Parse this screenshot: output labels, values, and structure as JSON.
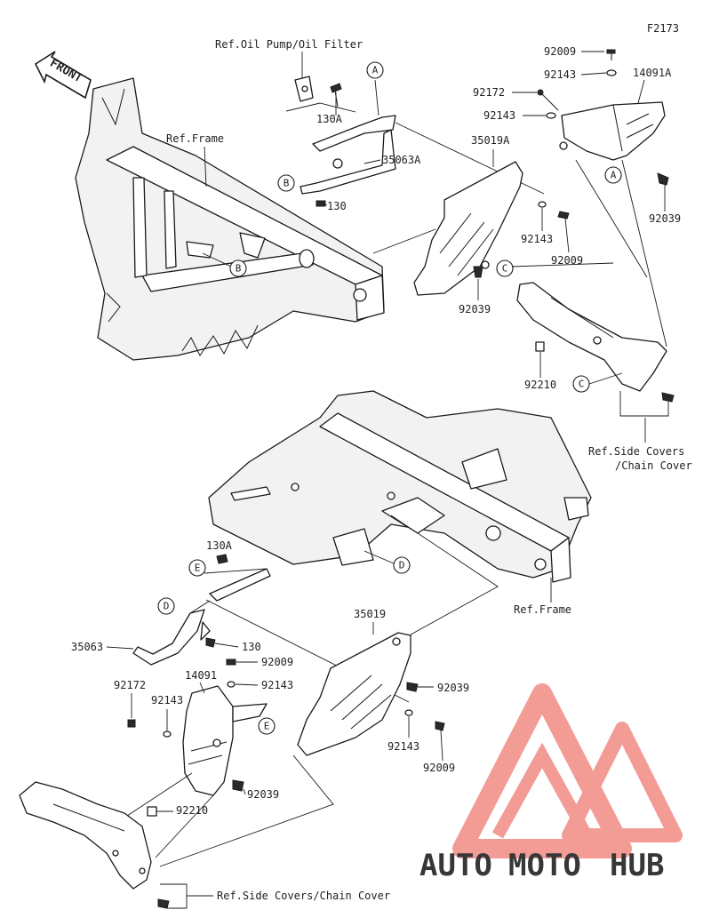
{
  "diagram": {
    "code": "F2173",
    "front_label": "FRONT",
    "references": {
      "oil_pump": "Ref.Oil Pump/Oil Filter",
      "frame_top": "Ref.Frame",
      "frame_bottom": "Ref.Frame",
      "side_covers_top_1": "Ref.Side Covers",
      "side_covers_top_2": "/Chain Cover",
      "side_covers_bottom": "Ref.Side Covers/Chain Cover"
    },
    "callouts": {
      "a1": "A",
      "a2": "A",
      "b1": "B",
      "b2": "B",
      "c1": "C",
      "c2": "C",
      "d1": "D",
      "d2": "D",
      "e1": "E",
      "e2": "E"
    },
    "parts_top": {
      "p92009_a": "92009",
      "p92143_a": "92143",
      "p14091A": "14091A",
      "p92172": "92172",
      "p92143_b": "92143",
      "p35019A": "35019A",
      "p92039_a": "92039",
      "p130A": "130A",
      "p35063A": "35063A",
      "p130": "130",
      "p92143_c": "92143",
      "p92009_b": "92009",
      "p92039_b": "92039",
      "p92210": "92210"
    },
    "parts_bottom": {
      "p130A": "130A",
      "p35063": "35063",
      "p130": "130",
      "p92009_a": "92009",
      "p92143_a": "92143",
      "p35019": "35019",
      "p92039_a": "92039",
      "p14091": "14091",
      "p92172": "92172",
      "p92143_b": "92143",
      "p92143_c": "92143",
      "p92009_b": "92009",
      "p92039_b": "92039",
      "p92210": "92210"
    }
  },
  "watermark": {
    "text_auto": "AUTO",
    "text_moto": "MOTO",
    "text_hub": "HUB",
    "color_red": "#e8423a",
    "color_orange": "#f4a259",
    "color_grey": "#8a8a8a"
  }
}
